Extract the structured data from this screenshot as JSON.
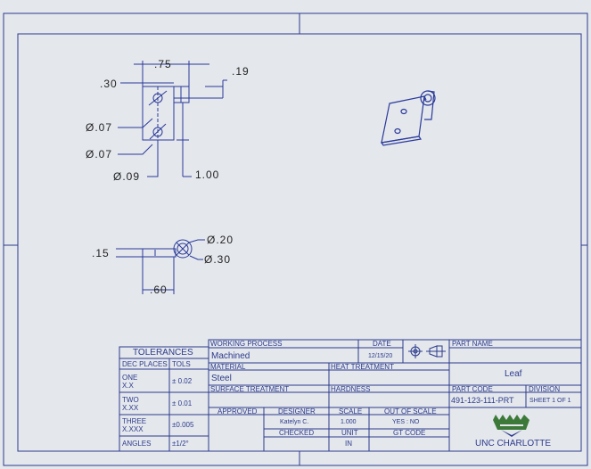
{
  "drawing": {
    "dimensions": {
      "d_75": ".75",
      "d_30": ".30",
      "d_19": ".19",
      "d_dia07a": "Ø.07",
      "d_dia07b": "Ø.07",
      "d_dia09": "Ø.09",
      "d_100": "1.00",
      "d_15": ".15",
      "d_dia20": "Ø.20",
      "d_dia30": "Ø.30",
      "d_60": ".60"
    }
  },
  "title_block": {
    "tolerances_title": "TOLERANCES",
    "dec_places_label": "DEC PLACES",
    "tols_label": "TOLS",
    "rows": [
      {
        "name": "ONE",
        "format": "X.X",
        "tol": "± 0.02"
      },
      {
        "name": "TWO",
        "format": "X.XX",
        "tol": "± 0.01"
      },
      {
        "name": "THREE",
        "format": "X.XXX",
        "tol": "±0.005"
      }
    ],
    "angles_label": "ANGLES",
    "angles_value": "±1/2°",
    "working_process_label": "WORKING PROCESS",
    "working_process_value": "Machined",
    "date_label": "DATE",
    "date_value": "12/15/20",
    "material_label": "MATERIAL",
    "material_value": "Steel",
    "heat_treatment_label": "HEAT TREATMENT",
    "surface_treatment_label": "SURFACE TREATMENT",
    "hardness_label": "HARDNESS",
    "approved_label": "APPROVED",
    "designer_label": "DESIGNER",
    "designer_value": "Katelyn C.",
    "scale_label": "SCALE",
    "scale_value": "1.000",
    "out_of_scale_label": "OUT OF SCALE",
    "out_of_scale_value": "YES : NO",
    "checked_label": "CHECKED",
    "unit_label": "UNIT",
    "unit_value": "IN",
    "gt_code_label": "GT CODE",
    "part_name_label": "PART NAME",
    "part_name_value": "Leaf",
    "part_code_label": "PART CODE",
    "part_code_value": "491-123-111-PRT",
    "division_label": "DIVISION",
    "sheet_value": "SHEET 1 OF 1",
    "org_name": "UNC CHARLOTTE"
  },
  "colors": {
    "background": "#e4e7ec",
    "frame_line": "#2c3b8c",
    "logo_green": "#3d7a3a",
    "drawing_line": "#2a3a9a"
  }
}
